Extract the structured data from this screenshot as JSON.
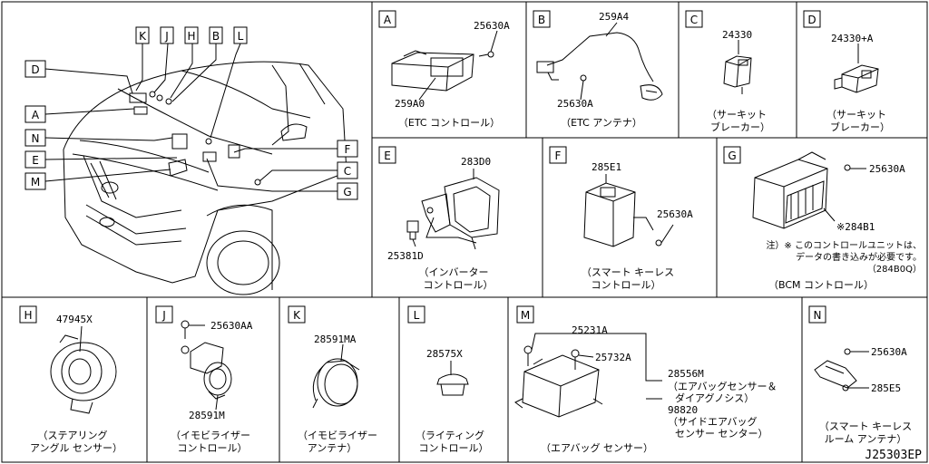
{
  "sections": {
    "A": {
      "letter": "A",
      "parts": [
        "25630A",
        "259A0"
      ],
      "caption": [
        "（ETC コントロール）"
      ]
    },
    "B": {
      "letter": "B",
      "parts": [
        "259A4",
        "25630A"
      ],
      "caption": [
        "（ETC アンテナ）"
      ]
    },
    "C": {
      "letter": "C",
      "parts": [
        "24330"
      ],
      "caption": [
        "（サーキット",
        "ブレーカー）"
      ]
    },
    "D": {
      "letter": "D",
      "parts": [
        "24330+A"
      ],
      "caption": [
        "（サーキット",
        "ブレーカー）"
      ]
    },
    "E": {
      "letter": "E",
      "parts": [
        "283D0",
        "25381D"
      ],
      "caption": [
        "（インバーター",
        "コントロール）"
      ]
    },
    "F": {
      "letter": "F",
      "parts": [
        "285E1",
        "25630A"
      ],
      "caption": [
        "（スマート キーレス",
        "コントロール）"
      ]
    },
    "G": {
      "letter": "G",
      "parts": [
        "25630A",
        "※284B1"
      ],
      "note": [
        "注）※ このコントロールユニットは、",
        "データの書き込みが必要です。",
        "（284B0Q）"
      ],
      "caption": [
        "（BCM コントロール）"
      ]
    },
    "H": {
      "letter": "H",
      "parts": [
        "47945X"
      ],
      "caption": [
        "（ステアリング",
        "アングル センサー）"
      ]
    },
    "J": {
      "letter": "J",
      "parts": [
        "25630AA",
        "28591M"
      ],
      "caption": [
        "（イモビライザー",
        "コントロール）"
      ]
    },
    "K": {
      "letter": "K",
      "parts": [
        "28591MA"
      ],
      "caption": [
        "（イモビライザー",
        "アンテナ）"
      ]
    },
    "L": {
      "letter": "L",
      "parts": [
        "28575X"
      ],
      "caption": [
        "（ライティング",
        "コントロール）"
      ]
    },
    "M": {
      "letter": "M",
      "parts": [
        "25231A",
        "25732A",
        "28556M",
        "98820"
      ],
      "caption": [
        "（エアバッグ センサー）"
      ],
      "desc": [
        "（エアバッグセンサー＆",
        "ダイアグノシス）",
        "（サイドエアバッグ",
        "センサー センター）"
      ]
    },
    "N": {
      "letter": "N",
      "parts": [
        "25630A",
        "285E5"
      ],
      "caption": [
        "（スマート キーレス",
        "ルーム アンテナ）"
      ]
    }
  },
  "overview": {
    "top_labels": [
      "K",
      "J",
      "H",
      "B",
      "L"
    ],
    "left_labels": [
      "D",
      "A",
      "N",
      "E",
      "M"
    ],
    "right_labels": [
      "F",
      "C",
      "G"
    ]
  },
  "diagram_id": "J25303EP"
}
